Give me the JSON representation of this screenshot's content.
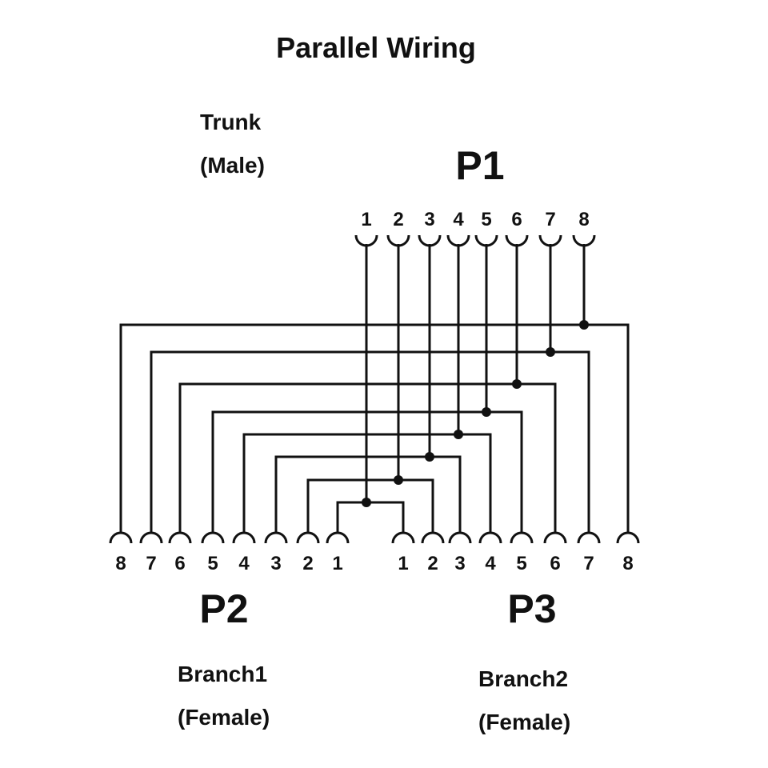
{
  "title": "Parallel Wiring",
  "trunk": {
    "line1": "Trunk",
    "line2": "(Male)"
  },
  "branch1": {
    "line1": "Branch1",
    "line2": "(Female)"
  },
  "branch2": {
    "line1": "Branch2",
    "line2": "(Female)"
  },
  "connectors": {
    "p1": "P1",
    "p2": "P2",
    "p3": "P3"
  },
  "p1_pins": [
    "1",
    "2",
    "3",
    "4",
    "5",
    "6",
    "7",
    "8"
  ],
  "p2_pins": [
    "8",
    "7",
    "6",
    "5",
    "4",
    "3",
    "2",
    "1"
  ],
  "p3_pins": [
    "1",
    "2",
    "3",
    "4",
    "5",
    "6",
    "7",
    "8"
  ],
  "wiring": [
    {
      "pin": "1",
      "p1": "1",
      "p2": "1",
      "p3": "1"
    },
    {
      "pin": "2",
      "p1": "2",
      "p2": "2",
      "p3": "2"
    },
    {
      "pin": "3",
      "p1": "3",
      "p2": "3",
      "p3": "3"
    },
    {
      "pin": "4",
      "p1": "4",
      "p2": "4",
      "p3": "4"
    },
    {
      "pin": "5",
      "p1": "5",
      "p2": "5",
      "p3": "5"
    },
    {
      "pin": "6",
      "p1": "6",
      "p2": "6",
      "p3": "6"
    },
    {
      "pin": "7",
      "p1": "7",
      "p2": "7",
      "p3": "7"
    },
    {
      "pin": "8",
      "p1": "8",
      "p2": "8",
      "p3": "8"
    }
  ],
  "colors": {
    "ink": "#111111",
    "background": "#ffffff"
  }
}
